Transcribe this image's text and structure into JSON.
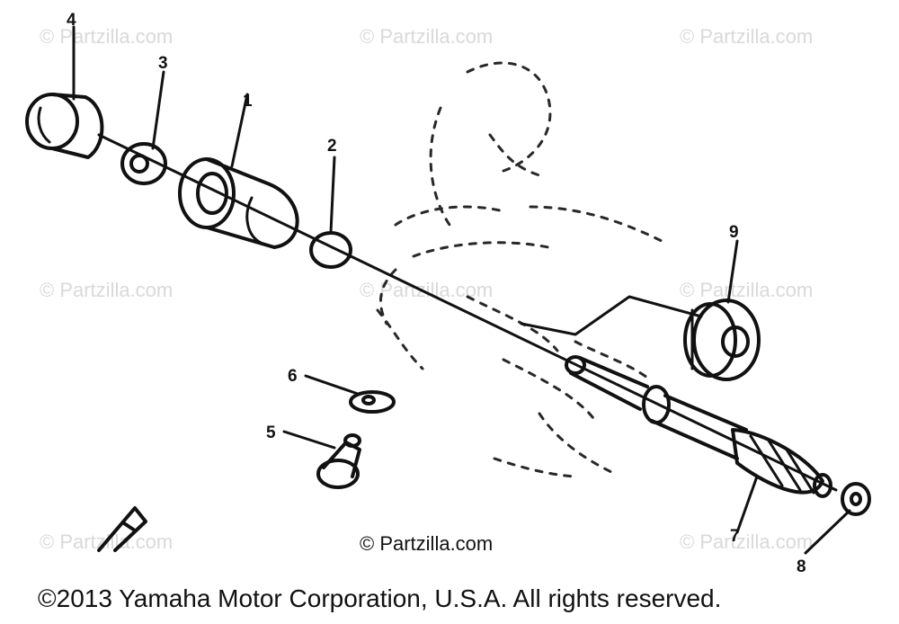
{
  "watermark": "© Partzilla.com",
  "credit": "© Partzilla.com",
  "copyright": "©2013 Yamaha Motor Corporation, U.S.A. All rights reserved.",
  "callouts": {
    "c1": "1",
    "c2": "2",
    "c3": "3",
    "c4": "4",
    "c5": "5",
    "c6": "6",
    "c7": "7",
    "c8": "8",
    "c9": "9"
  }
}
